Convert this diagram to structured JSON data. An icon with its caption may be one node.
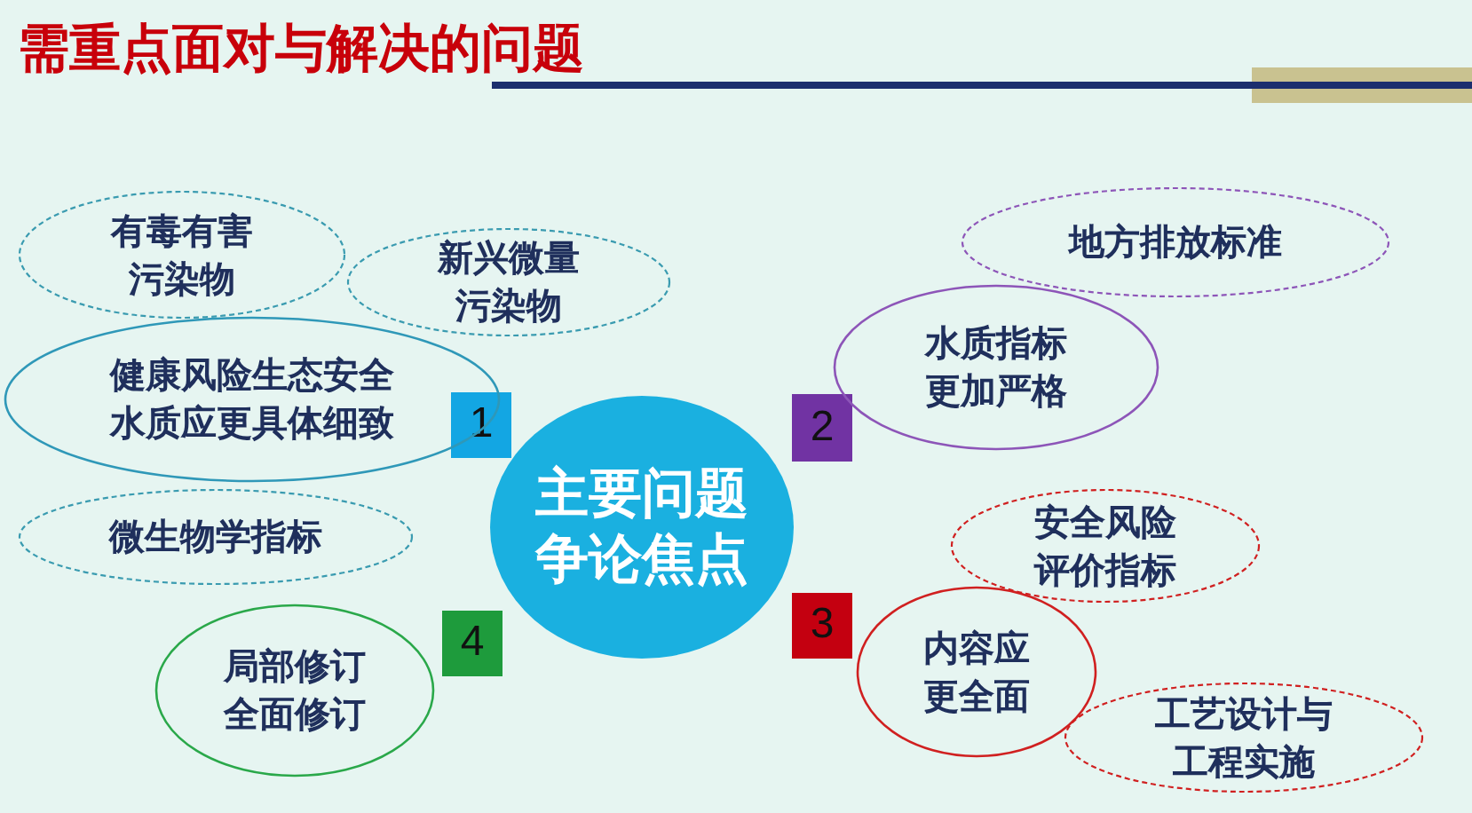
{
  "diagram": {
    "title": "需重点面对与解决的问题",
    "nodes": [
      {
        "text": [
          "主要问题争论焦点"
        ]
      },
      {
        "text": [
          "1"
        ]
      },
      {
        "text": [
          "有毒有害污染物"
        ]
      },
      {
        "text": [
          "新兴微量污染物"
        ]
      },
      {
        "text": [
          "健康风险生态安全水质应更具体细致"
        ]
      },
      {
        "text": [
          "微生物学指标"
        ]
      },
      {
        "text": [
          "4"
        ]
      },
      {
        "text": [
          "局部修订全面修订"
        ]
      },
      {
        "text": [
          "2"
        ]
      },
      {
        "text": [
          "地方排放标准"
        ]
      },
      {
        "text": [
          "水质指标更加严格"
        ]
      },
      {
        "text": [
          "3"
        ]
      },
      {
        "text": [
          "安全风险评价指标"
        ]
      },
      {
        "text": [
          "内容应更全面"
        ]
      },
      {
        "text": [
          "工艺设计与工程实施"
        ]
      }
    ]
  }
}
